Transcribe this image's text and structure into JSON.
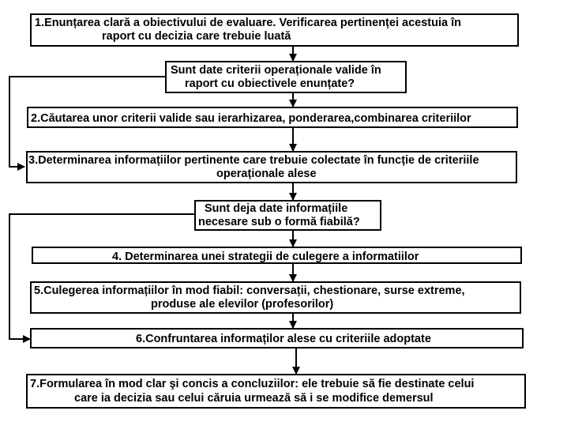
{
  "flowchart": {
    "step1": [
      "1.Enunțarea clară a obiectivului de evaluare. Verificarea pertinenței acestuia în",
      "raport cu decizia care trebuie luată"
    ],
    "question1": [
      "Sunt date criterii  operaționale valide în",
      "raport cu obiectivele enunțate?"
    ],
    "step2": [
      "2.Căutarea unor criterii valide sau ierarhizarea, ponderarea,combinarea criteriilor"
    ],
    "step3": [
      "3.Determinarea informațiilor pertinente care trebuie colectate în funcție de criteriile",
      "operaționale alese"
    ],
    "question2": [
      "Sunt deja date informațiile",
      "necesare  sub o formă fiabilă?"
    ],
    "step4": [
      "4. Determinarea unei strategii de culegere a informatiilor"
    ],
    "step5": [
      "5.Culegerea informațiilor în mod fiabil: conversații, chestionare, surse extreme,",
      "produse ale elevilor (profesorilor)"
    ],
    "step6": [
      "6.Confruntarea informaților alese cu criteriile adoptate"
    ],
    "step7": [
      "7.Formularea în mod clar şi concis a concluziilor: ele trebuie să fie destinate celui",
      "care ia decizia sau celui căruia urmează să i se modifice demersul"
    ]
  }
}
